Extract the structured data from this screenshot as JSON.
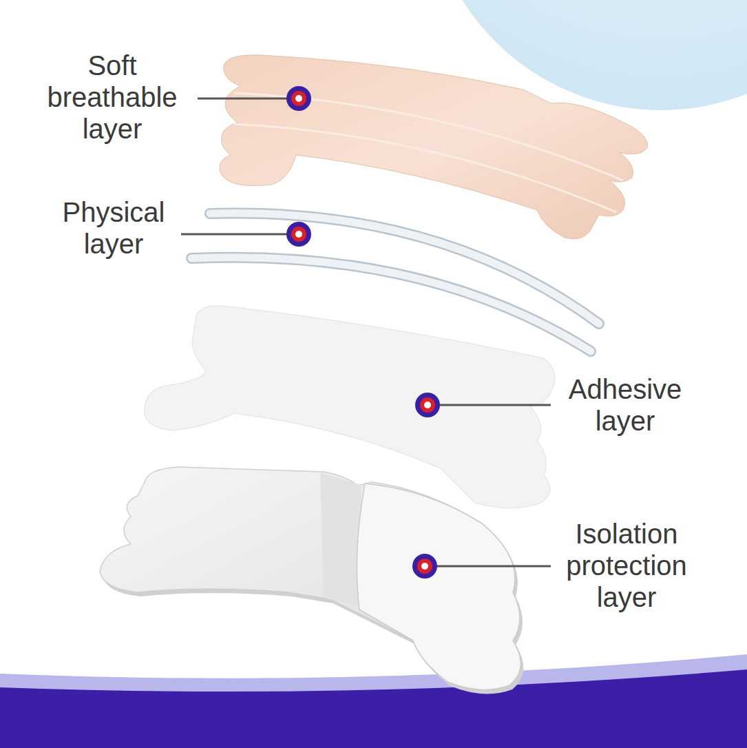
{
  "diagram": {
    "labels": [
      "Soft breathable layer",
      "Physical layer",
      "Adhesive layer",
      "Isolation protection layer"
    ]
  }
}
